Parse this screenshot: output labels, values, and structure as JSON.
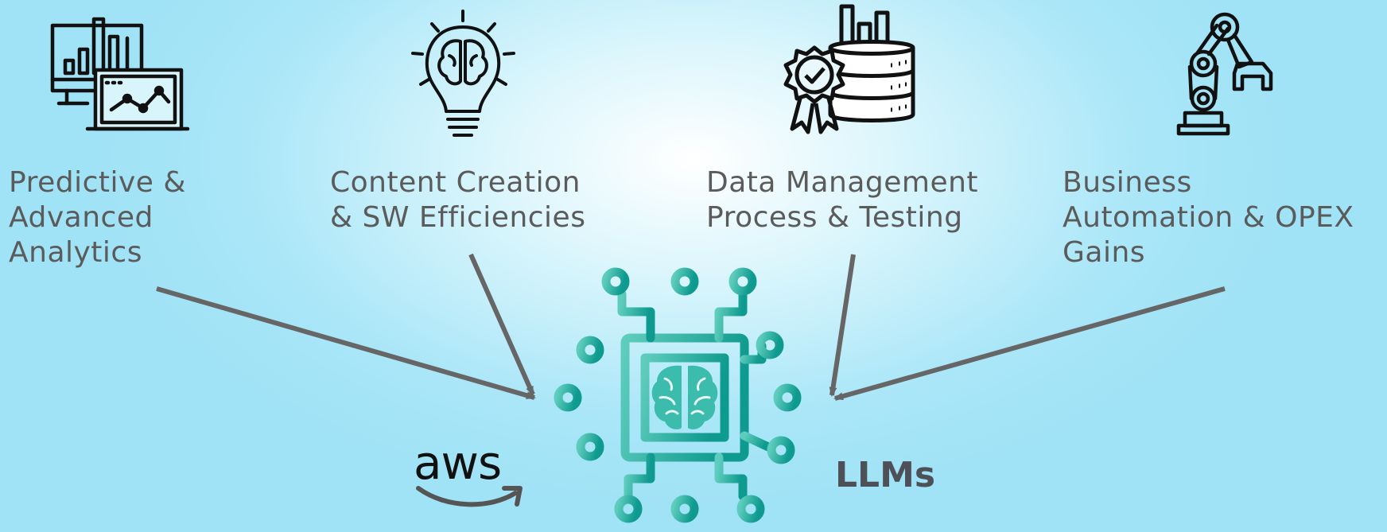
{
  "diagram": {
    "use_cases": [
      {
        "lines": [
          "Predictive &",
          "Advanced",
          "Analytics"
        ],
        "icon": "analytics-monitors-icon"
      },
      {
        "lines": [
          "Content Creation",
          "& SW Efficiencies"
        ],
        "icon": "lightbulb-brain-icon"
      },
      {
        "lines": [
          "Data Management",
          "Process & Testing"
        ],
        "icon": "database-gear-icon"
      },
      {
        "lines": [
          "Business",
          "Automation & OPEX",
          "Gains"
        ],
        "icon": "robot-arm-icon"
      }
    ],
    "center": {
      "icon": "ai-chip-brain-icon",
      "logo_text": "aws",
      "llm_label": "LLMs"
    },
    "colors": {
      "text": "#5b5b5b",
      "arrow": "#666666",
      "chip_teal": "#2bb3a3",
      "icon_stroke": "#111111"
    }
  }
}
